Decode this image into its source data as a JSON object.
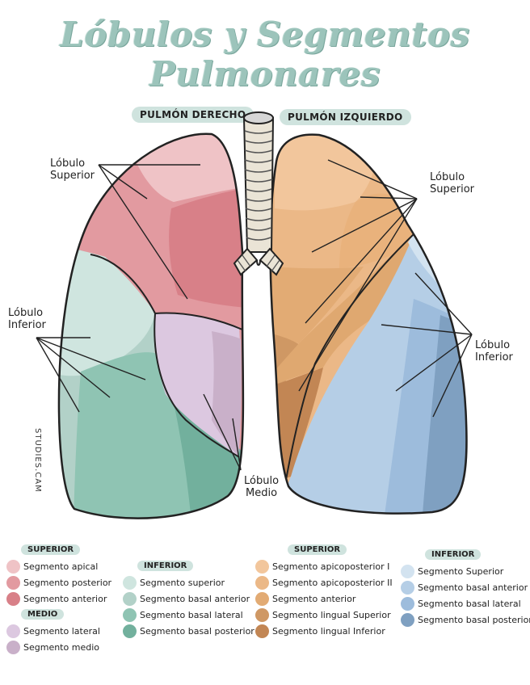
{
  "title": "Lóbulos y Segmentos Pulmonares",
  "headers": {
    "right_lung": "PULMÓN DERECHO",
    "left_lung": "PULMÓN IZQUIERDO"
  },
  "labels": {
    "right_superior": [
      "Lóbulo",
      "Superior"
    ],
    "right_inferior": [
      "Lóbulo",
      "Inferior"
    ],
    "medio": [
      "Lóbulo",
      "Medio"
    ],
    "left_superior": [
      "Lóbulo",
      "Superior"
    ],
    "left_inferior": [
      "Lóbulo",
      "Inferior"
    ]
  },
  "watermark": "STUDIES.CAM",
  "legend": {
    "right_superior": {
      "heading": "SUPERIOR",
      "items": [
        {
          "label": "Segmento apical",
          "color": "#efc3c6"
        },
        {
          "label": "Segmento posterior",
          "color": "#e29aa0"
        },
        {
          "label": "Segmento anterior",
          "color": "#d88088"
        }
      ]
    },
    "medio": {
      "heading": "MEDIO",
      "items": [
        {
          "label": "Segmento lateral",
          "color": "#dcc8e0"
        },
        {
          "label": "Segmento medio",
          "color": "#c9b0c9"
        }
      ]
    },
    "right_inferior": {
      "heading": "INFERIOR",
      "items": [
        {
          "label": "Segmento superior",
          "color": "#cfe5df"
        },
        {
          "label": "Segmento basal anterior",
          "color": "#b2d1c8"
        },
        {
          "label": "Segmento basal lateral",
          "color": "#8fc4b3"
        },
        {
          "label": "Segmento basal posterior",
          "color": "#72b09d"
        }
      ]
    },
    "left_superior": {
      "heading": "SUPERIOR",
      "items": [
        {
          "label": "Segmento apicoposterior I",
          "color": "#f2c69c"
        },
        {
          "label": "Segmento apicoposterior II",
          "color": "#ebb887"
        },
        {
          "label": "Segmento anterior",
          "color": "#e2ab74"
        },
        {
          "label": "Segmento lingual Superior",
          "color": "#cf9864"
        },
        {
          "label": "Segmento lingual Inferior",
          "color": "#c28654"
        }
      ]
    },
    "left_inferior": {
      "heading": "INFERIOR",
      "items": [
        {
          "label": "Segmento Superior",
          "color": "#d3e3f0"
        },
        {
          "label": "Segmento basal anterior",
          "color": "#b5cee6"
        },
        {
          "label": "Segmento basal lateral",
          "color": "#9dbcdc"
        },
        {
          "label": "Segmento basal posterior",
          "color": "#7fa0c1"
        }
      ]
    }
  }
}
